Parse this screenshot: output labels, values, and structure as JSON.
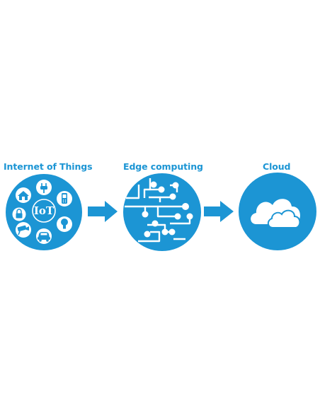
{
  "colors": {
    "primary_blue": "#1c95d4",
    "white": "#ffffff"
  },
  "stages": [
    {
      "label": "Internet of Things",
      "icon": "iot-devices-icon",
      "center_text": "IoT"
    },
    {
      "label": "Edge computing",
      "icon": "circuit-network-icon"
    },
    {
      "label": "Cloud",
      "icon": "cloud-icon"
    }
  ],
  "connectors": [
    {
      "from": "Internet of Things",
      "to": "Edge computing",
      "icon": "right-arrow-icon"
    },
    {
      "from": "Edge computing",
      "to": "Cloud",
      "icon": "right-arrow-icon"
    }
  ],
  "iot_devices": [
    "house-icon",
    "plug-icon",
    "phone-icon",
    "lock-icon",
    "camera-icon",
    "car-icon",
    "bulb-icon"
  ]
}
